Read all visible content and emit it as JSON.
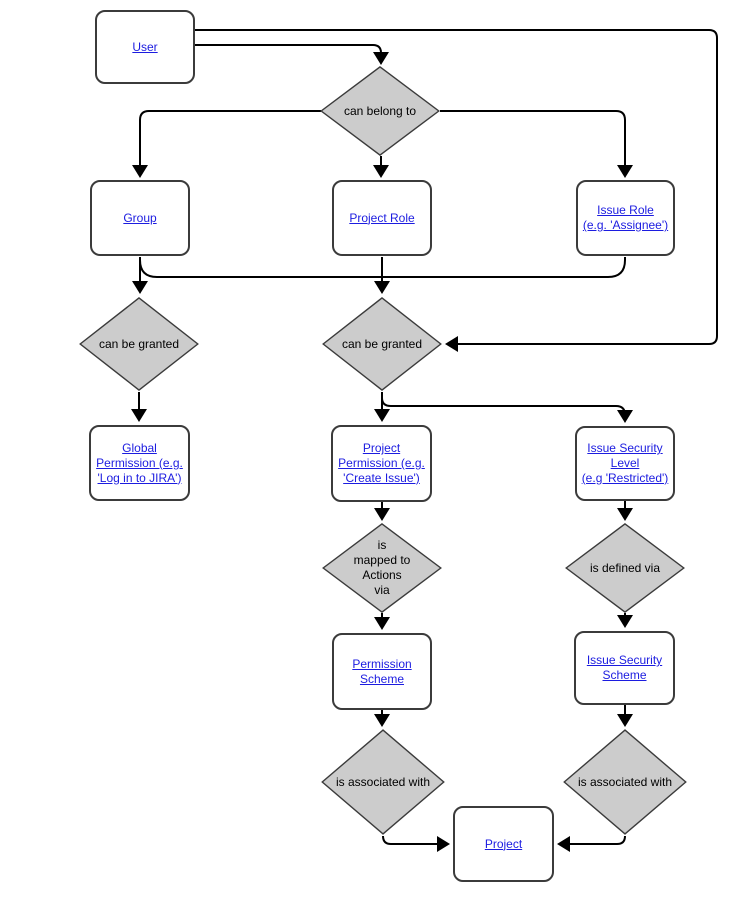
{
  "diagram": {
    "nodes": {
      "user": {
        "label": "User"
      },
      "group": {
        "label": "Group"
      },
      "project_role": {
        "label": "Project Role"
      },
      "issue_role": {
        "lines": [
          "Issue Role",
          "(e.g. 'Assignee')"
        ]
      },
      "global_permission": {
        "lines": [
          "Global",
          "Permission (e.g.",
          "'Log in to JIRA')"
        ]
      },
      "project_permission": {
        "lines": [
          "Project",
          "Permission (e.g.",
          "'Create Issue')"
        ]
      },
      "issue_security_level": {
        "lines": [
          "Issue Security",
          "Level",
          "(e.g 'Restricted')"
        ]
      },
      "permission_scheme": {
        "lines": [
          "Permission",
          "Scheme"
        ]
      },
      "issue_security_scheme": {
        "lines": [
          "Issue Security",
          "Scheme"
        ]
      },
      "project": {
        "label": "Project"
      }
    },
    "relations": {
      "can_belong_to": {
        "label": "can belong to"
      },
      "can_be_granted_left": {
        "label": "can be granted"
      },
      "can_be_granted_right": {
        "label": "can be granted"
      },
      "is_mapped_to_actions_via": {
        "lines": [
          "is",
          "mapped to",
          "Actions",
          "via"
        ]
      },
      "is_defined_via": {
        "label": "is defined via"
      },
      "is_associated_with_left": {
        "label": "is associated with"
      },
      "is_associated_with_right": {
        "label": "is associated with"
      }
    },
    "colors": {
      "link": "#1c1ce0",
      "diamond_fill": "#cccccc",
      "diamond_border": "#3b3b3b",
      "box_border": "#3b3b3b",
      "box_fill": "#ffffff",
      "connector_line": "#000000",
      "label_text": "#000000",
      "background": "#ffffff"
    }
  }
}
